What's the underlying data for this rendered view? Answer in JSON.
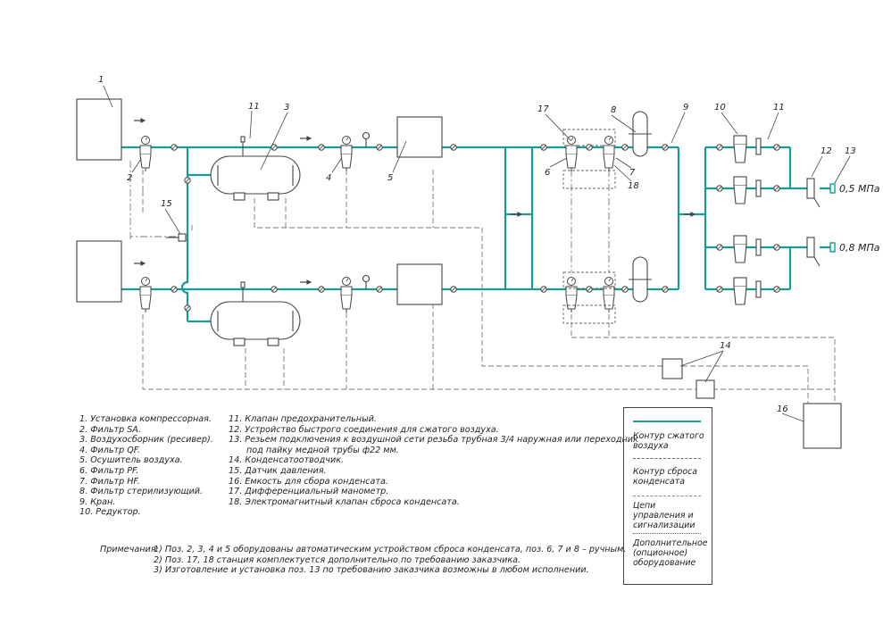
{
  "diagram": {
    "callouts": [
      "1",
      "2",
      "3",
      "4",
      "5",
      "6",
      "7",
      "8",
      "9",
      "10",
      "11",
      "12",
      "13",
      "14",
      "15",
      "16",
      "17",
      "18"
    ],
    "outputs": {
      "top": "0,5 МПа",
      "bottom": "0,8 МПа"
    },
    "colors": {
      "air_circuit": "#1a9a94",
      "drain_circuit": "#777777",
      "equipment": "#444444"
    }
  },
  "legend_left": [
    "1.  Установка компрессорная.",
    "2.  Фильтр SA.",
    "3.  Воздухосборник (ресивер).",
    "4.  Фильтр QF.",
    "5.  Осушитель воздуха.",
    "6.  Фильтр PF.",
    "7.  Фильтр HF.",
    "8.  Фильтр стерилизующий.",
    "9.  Кран.",
    "10.  Редуктор."
  ],
  "legend_right": [
    "11.  Клапан предохранительный.",
    "12.  Устройство быстрого соединения для сжатого воздуха.",
    "13.  Резьем подключения к воздушной сети резьба трубная 3/4 наружная или переходник",
    "под пайку медной трубы ф22 мм.",
    "14.  Конденсатоотводчик.",
    "15.  Датчик давления.",
    "16.  Емкость для сбора конденсата.",
    "17.  Дифференциальный манометр.",
    "18.  Электромагнитный клапан сброса конденсата."
  ],
  "notes": {
    "label": "Примечания:",
    "items": [
      "1) Поз. 2, 3, 4 и 5 оборудованы автоматическим устройством сброса конденсата, поз. 6, 7 и 8 – ручным.",
      "2) Поз. 17, 18 станция комплектуется дополнительно по требованию заказчика.",
      "3) Изготовление и установка поз. 13 по требованию заказчика возможны в любом исполнении."
    ]
  },
  "key": {
    "air": "Контур сжатого воздуха",
    "drain": "Контур сброса конденсата",
    "control": "Цепи управления и сигнализации",
    "optional": "Дополнительное (опционное) оборудование"
  }
}
